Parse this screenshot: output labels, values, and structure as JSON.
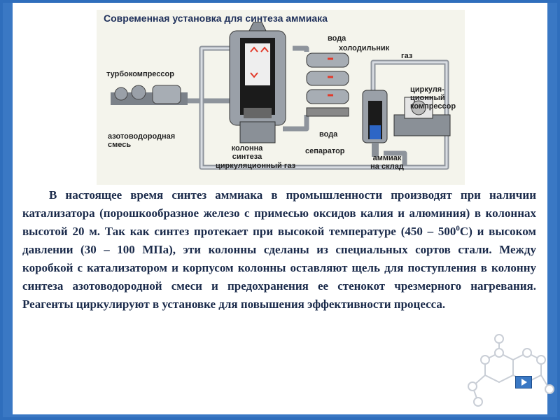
{
  "diagram": {
    "title": "Современная установка для синтеза аммиака",
    "labels": {
      "turbo": "турбокомпрессор",
      "mix": "азотоводородная\nсмесь",
      "column": "колонна\nсинтеза",
      "circ_gas": "циркуляционный газ",
      "water_top": "вода",
      "cooler": "холодильник",
      "water_bottom": "вода",
      "separator": "сепаратор",
      "gas": "газ",
      "circ_comp": "циркуля-\nционный\nкомпрессор",
      "ammonia": "аммиак\nна склад"
    }
  },
  "text": {
    "part1": "В настоящее время синтез аммиака в промышленности производят при наличии катализатора (порошкообразное железо с примесью оксидов калия и алюминия) в колоннах высотой 20 м. Так как синтез протекает при высокой температуре (450 – 500",
    "sup": "0",
    "part2": "С) и высоком давлении (30 – 100 МПа), эти колонны сделаны из специальных сортов стали. Между коробкой с катализатором и корпусом колонны оставляют щель для поступления в колонну синтеза азотоводородной смеси и предохранения ее стенокот чрезмерного нагревания. Реагенты циркулируют в установке для повышения эффективности процесса."
  },
  "colors": {
    "slide_border": "#3a78c4",
    "text": "#1a2a4a",
    "pipe": "#c9cdd4",
    "equipment": "#9aa0a8"
  }
}
